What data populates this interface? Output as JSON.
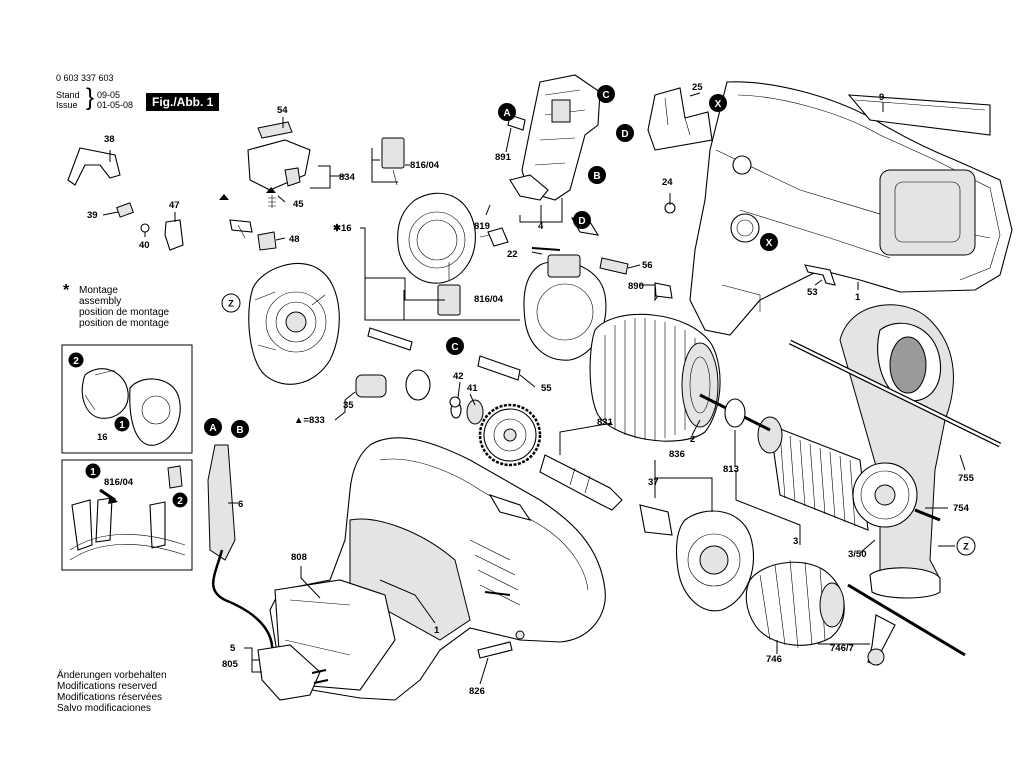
{
  "header": {
    "part_number": "0 603 337 603",
    "stand_label": "Stand",
    "issue_label": "Issue",
    "stand_value": "09-05",
    "issue_value": "01-05-08",
    "figure_label": "Fig./Abb. 1"
  },
  "assembly_note": {
    "symbol": "*",
    "lines": [
      "Montage",
      "assembly",
      "position de montage",
      "position de montage"
    ]
  },
  "modifications_note": {
    "lines": [
      "Änderungen vorbehalten",
      "Modifications reserved",
      "Modifications réservées",
      "Salvo modificaciones"
    ]
  },
  "badges": {
    "A": "A",
    "B": "B",
    "C": "C",
    "D": "D",
    "X": "X",
    "Z": "Z"
  },
  "part_labels": {
    "p54": "54",
    "p834": "834",
    "p45": "45",
    "p816_04_top": "816/04",
    "p16": "✱16",
    "p816_04_mid": "816/04",
    "p38": "38",
    "p39": "39",
    "p40": "40",
    "p47": "47",
    "p48": "48",
    "p891": "891",
    "p819": "819",
    "p4": "4",
    "p25": "25",
    "p9": "9",
    "p24": "24",
    "p53": "53",
    "p1_housing": "1",
    "p22": "22",
    "p56": "56",
    "p890": "890",
    "p42": "42",
    "p41": "41",
    "p55": "55",
    "p35": "35",
    "p833": "▲=833",
    "p831": "831",
    "p2": "2",
    "p836": "836",
    "p37": "37",
    "p813": "813",
    "p3": "3",
    "p350": "3/50",
    "p755": "755",
    "p754": "754",
    "p6": "6",
    "p808": "808",
    "p1_drill": "1",
    "p5": "5",
    "p805": "805",
    "p826": "826",
    "p746": "746",
    "p746_7": "746/7",
    "inset1_16": "16",
    "inset2_816": "816/04"
  },
  "inset_step_numbers": {
    "s1a": "1",
    "s2a": "2",
    "s1b": "1",
    "s2b": "2"
  }
}
